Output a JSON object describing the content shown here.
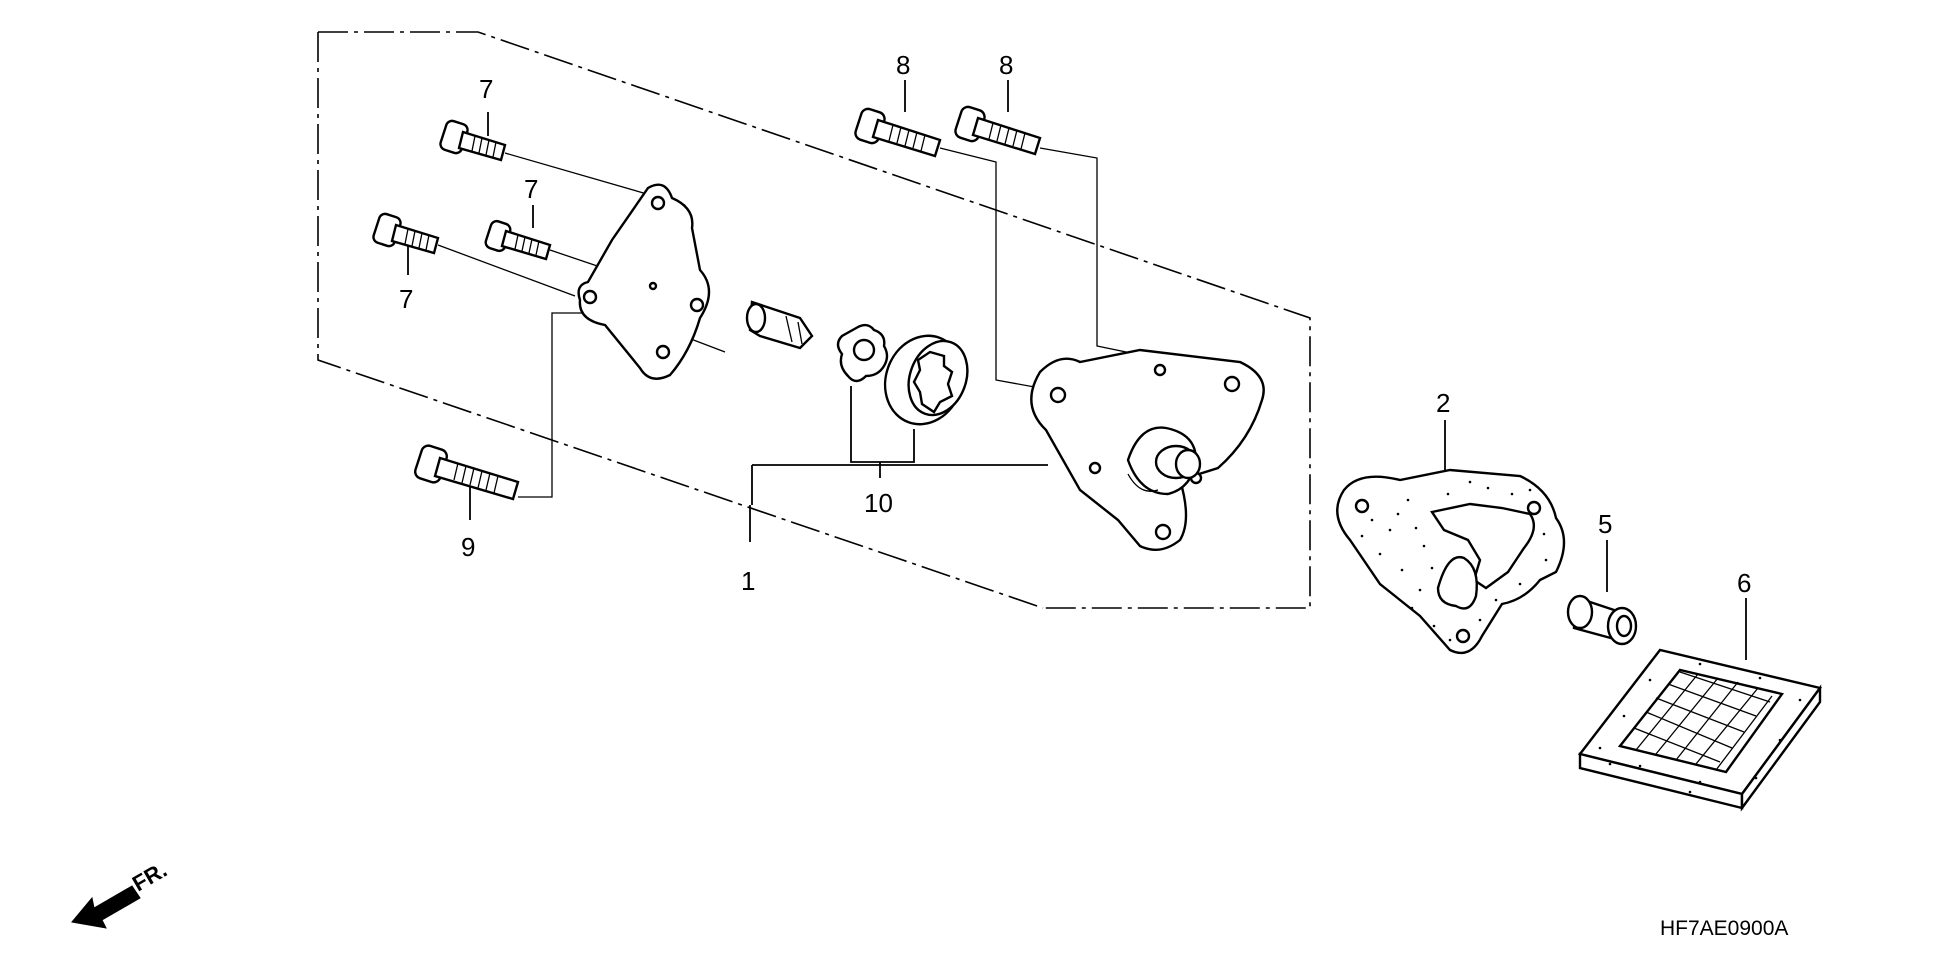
{
  "callouts": {
    "c1": "1",
    "c2": "2",
    "c5": "5",
    "c6": "6",
    "c7a": "7",
    "c7b": "7",
    "c7c": "7",
    "c8a": "8",
    "c8b": "8",
    "c9": "9",
    "c10": "10"
  },
  "front_marker": "FR.",
  "diagram_code": "HF7AE0900A",
  "icons": {
    "front_arrow": "front-direction-arrow-icon"
  }
}
